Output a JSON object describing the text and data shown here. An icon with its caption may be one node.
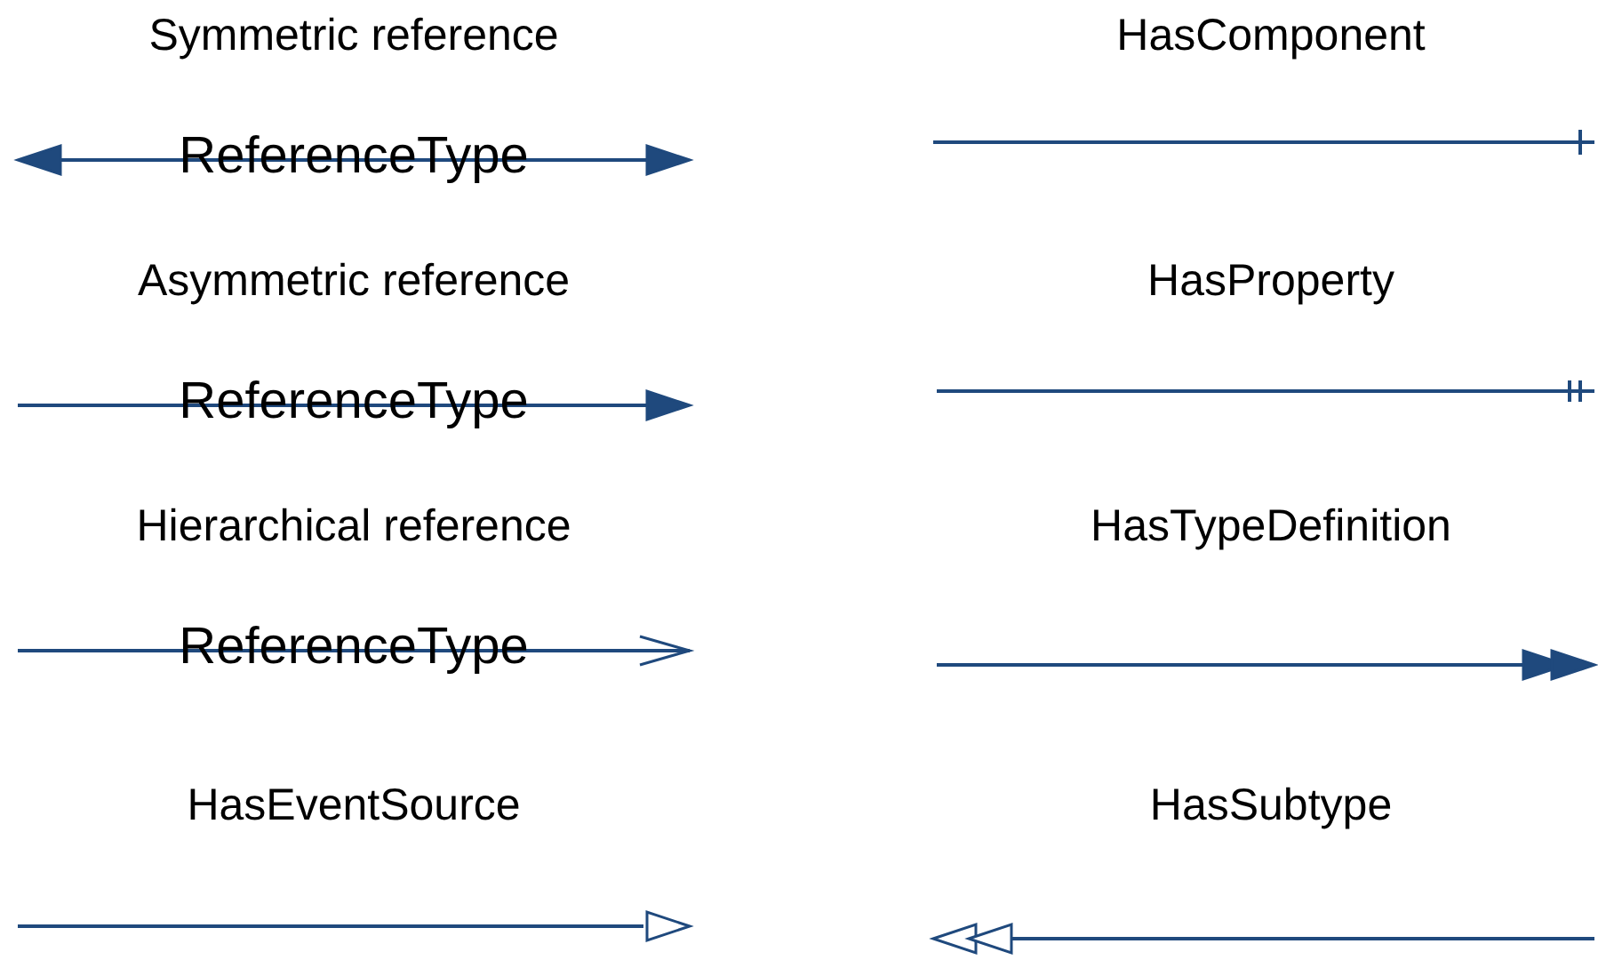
{
  "diagram": {
    "legend": [
      {
        "text": "Symmetric reference"
      },
      {
        "text": "Asymmetric reference"
      },
      {
        "text": "Hierarchical reference"
      },
      {
        "text": "HasEventSource"
      },
      {
        "text": "HasComponent"
      },
      {
        "text": "HasProperty"
      },
      {
        "text": "HasTypeDefinition"
      },
      {
        "text": "HasSubtype"
      }
    ],
    "labels": [
      "ReferenceType",
      "ReferenceType",
      "ReferenceType"
    ]
  }
}
